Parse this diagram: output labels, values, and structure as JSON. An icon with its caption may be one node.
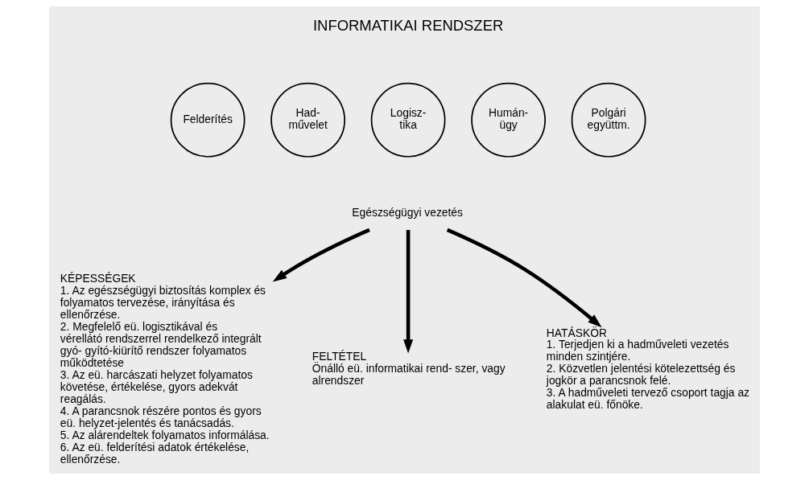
{
  "diagram": {
    "nodes": [
      {
        "text": [
          "Felderítés"
        ]
      },
      {
        "text": [
          "Had- művelet"
        ]
      },
      {
        "text": [
          "Logisz- tika"
        ]
      },
      {
        "text": [
          "Humán- ügy"
        ]
      },
      {
        "text": [
          "Polgári együttm."
        ]
      },
      {
        "text": [
          "Egészségügyi vezetés"
        ]
      },
      {
        "text": [
          "KÉPESSÉGEK",
          "1. Az egészségügyi biztosítás komplex és folyamatos tervezése, irányítása és ellenőrzése.",
          "2. Megfelelő eü. logisztikával és vérellátó rendszerrel rendelkező integrált gyó- gyító-kiürítő rendszer folyamatos működtetése",
          "3. Az eü. harcászati helyzet folyamatos követése, értékelése, gyors adekvát reagálás.",
          "4. A parancsnok részére pontos és gyors eü. helyzet-jelentés és tanácsadás.",
          "5. Az alárendeltek folyamatos informálása.",
          "6. Az eü. felderítési adatok értékelése, ellenőrzése."
        ]
      },
      {
        "text": [
          "FELTÉTEL",
          "Önálló eü. informatikai rend- szer, vagy alrendszer"
        ]
      },
      {
        "text": [
          "HATÁSKÖR",
          "1. Terjedjen ki a hadműveleti vezetés minden szintjére.",
          "2. Közvetlen jelentési kötelezettség és jogkör a parancsnok felé.",
          "3. A hadműveleti tervező csoport tagja az alakulat eü. főnöke."
        ]
      }
    ],
    "edges": [
      {
        "from": 5,
        "to": 6,
        "arrow": "to"
      },
      {
        "from": 5,
        "to": 7,
        "arrow": "to"
      },
      {
        "from": 5,
        "to": 8,
        "arrow": "to"
      }
    ],
    "labels": [
      "INFORMATIKAI RENDSZER"
    ]
  }
}
